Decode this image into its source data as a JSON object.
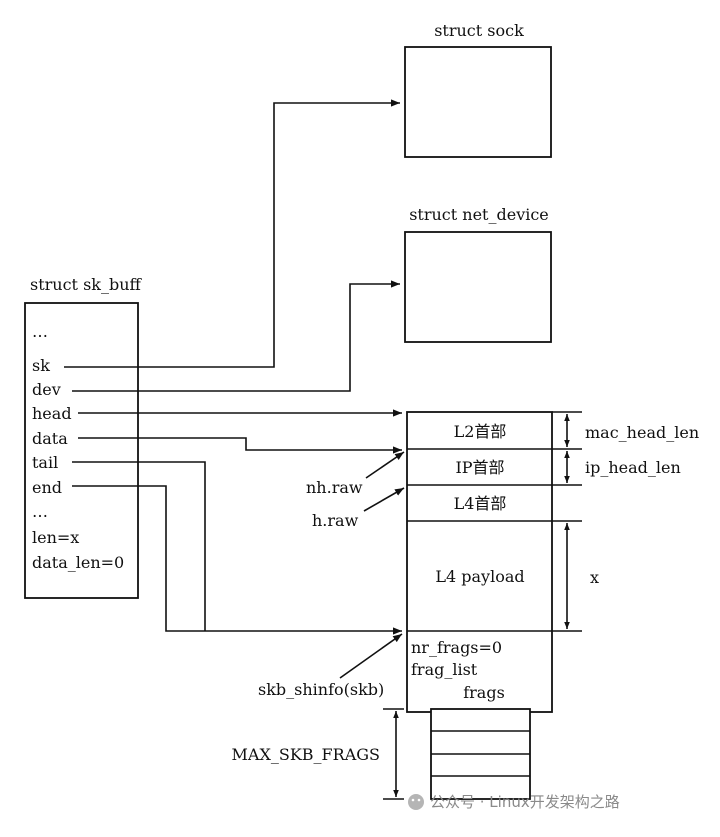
{
  "struct_sock": {
    "title": "struct sock"
  },
  "struct_net_device": {
    "title": "struct net_device"
  },
  "sk_buff": {
    "title": "struct sk_buff",
    "fields": [
      "…",
      "sk",
      "dev",
      "head",
      "data",
      "tail",
      "end",
      "…",
      "len=x",
      "data_len=0"
    ]
  },
  "buffer": {
    "segments": [
      "L2首部",
      "IP首部",
      "L4首部",
      "L4 payload"
    ],
    "shinfo_fields": [
      "nr_frags=0",
      "frag_list",
      "frags"
    ]
  },
  "dimensions": {
    "mac_head_len": "mac_head_len",
    "ip_head_len": "ip_head_len",
    "payload_len": "x",
    "max_frags": "MAX_SKB_FRAGS"
  },
  "pointers": {
    "nh_raw": "nh.raw",
    "h_raw": "h.raw",
    "skb_shinfo": "skb_shinfo(skb)"
  },
  "watermark": {
    "text": "公众号 · Linux开发架构之路"
  }
}
